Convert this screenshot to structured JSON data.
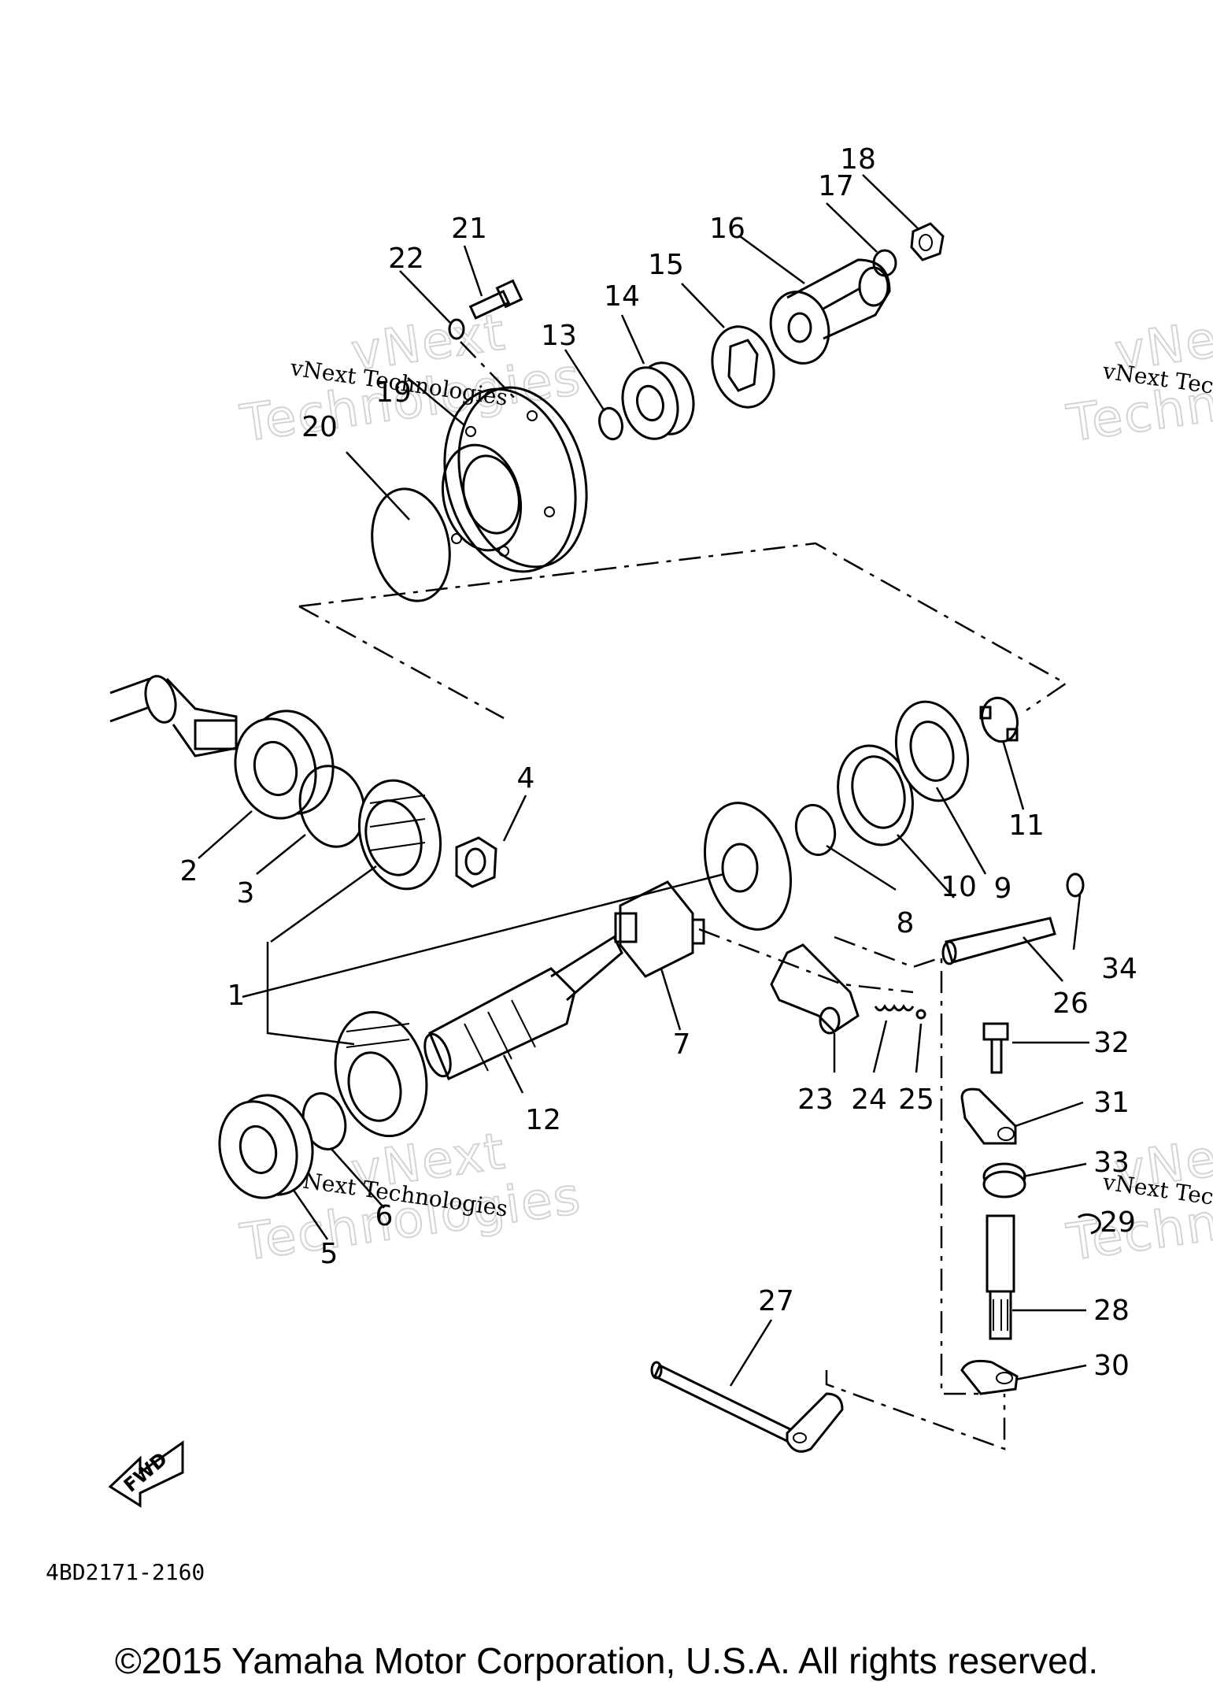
{
  "diagram": {
    "part_code": "4BD2171-2160",
    "fwd_label": "FWD",
    "copyright": "©2015 Yamaha Motor Corporation, U.S.A. All rights reserved.",
    "watermark_small": "vNext Technologies",
    "watermark_big_1": "vNext",
    "watermark_big_2": "Technologies",
    "callouts": [
      "1",
      "2",
      "3",
      "4",
      "5",
      "6",
      "7",
      "8",
      "9",
      "10",
      "11",
      "12",
      "13",
      "14",
      "15",
      "16",
      "17",
      "18",
      "19",
      "20",
      "21",
      "22",
      "23",
      "24",
      "25",
      "26",
      "27",
      "28",
      "29",
      "30",
      "31",
      "32",
      "33",
      "34"
    ]
  }
}
